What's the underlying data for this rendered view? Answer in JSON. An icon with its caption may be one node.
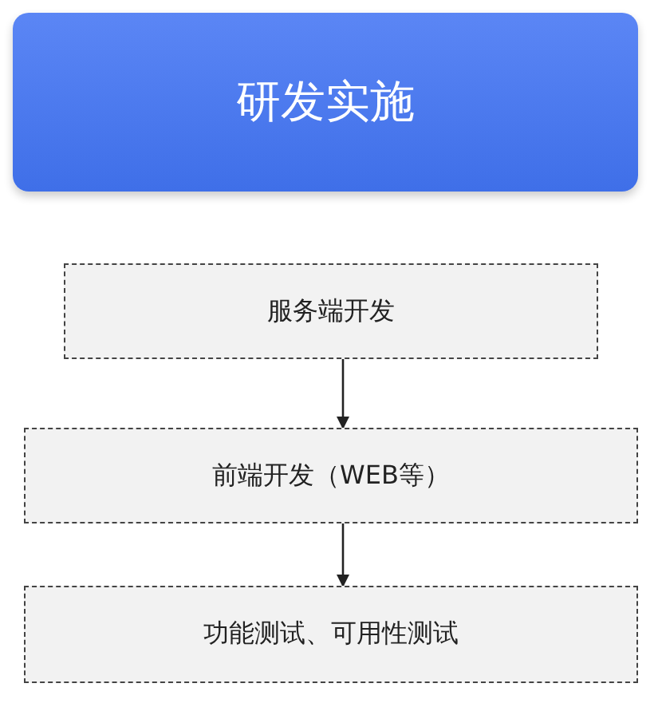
{
  "diagram": {
    "nodes": [
      {
        "text": [
          "研发实施"
        ]
      },
      {
        "text": [
          "服务端开发"
        ]
      },
      {
        "text": [
          "前端开发（WEB等）"
        ]
      },
      {
        "text": [
          "功能测试、可用性测试"
        ]
      }
    ],
    "edges": [
      {
        "from": 1,
        "to": 2,
        "arrow": "to"
      },
      {
        "from": 2,
        "to": 3,
        "arrow": "to"
      }
    ]
  }
}
